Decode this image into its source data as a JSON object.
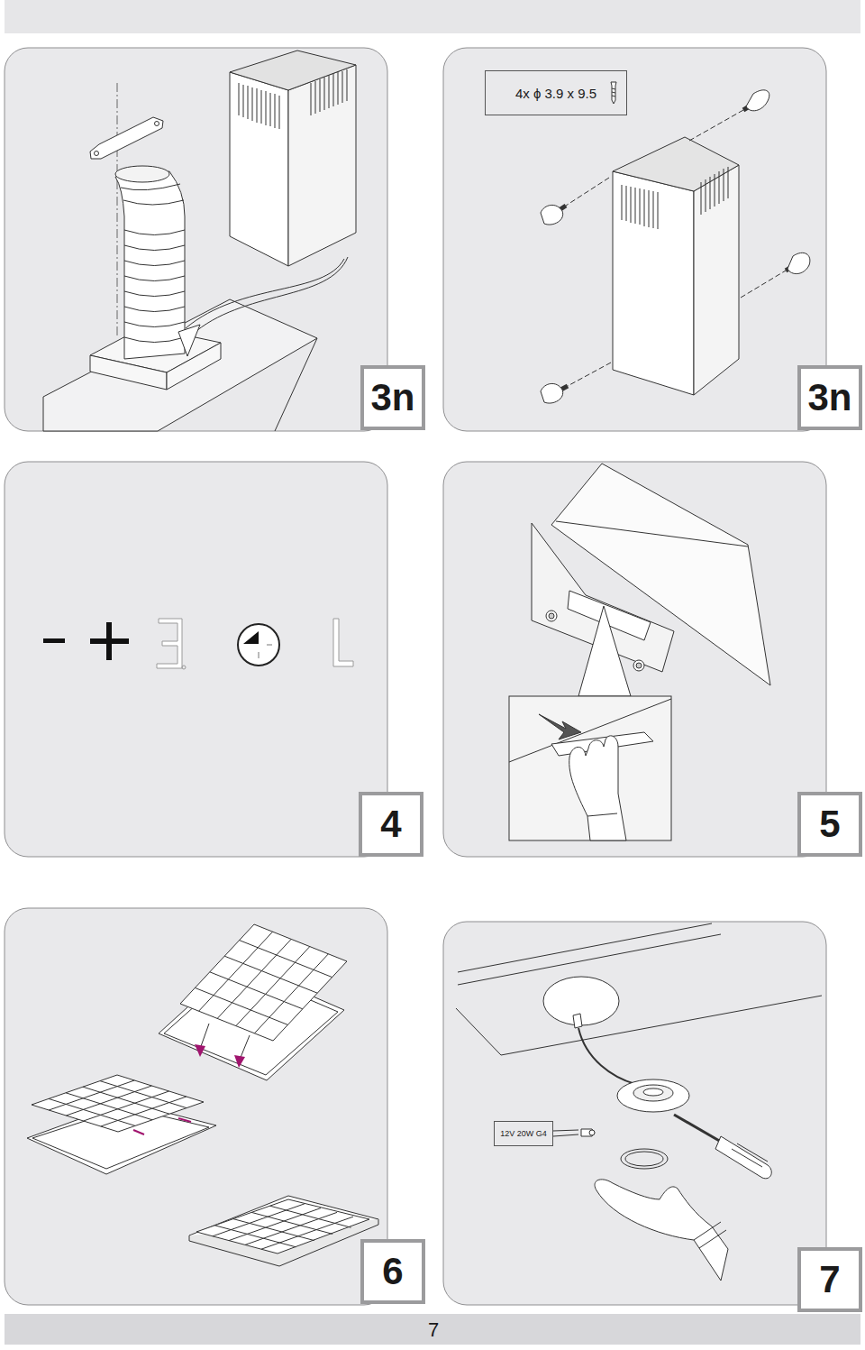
{
  "diagram": {
    "nodes": [
      {
        "text": [
          "3n"
        ]
      },
      {
        "text": [
          "4x ϕ 3.9 x 9.5"
        ]
      },
      {
        "text": [
          "3n"
        ]
      },
      {
        "text": [
          "4"
        ]
      },
      {
        "text": [
          "5"
        ]
      },
      {
        "text": [
          "6"
        ]
      },
      {
        "text": [
          "12V 20W G4"
        ]
      },
      {
        "text": [
          "7"
        ]
      }
    ],
    "labels": [
      "7"
    ]
  }
}
